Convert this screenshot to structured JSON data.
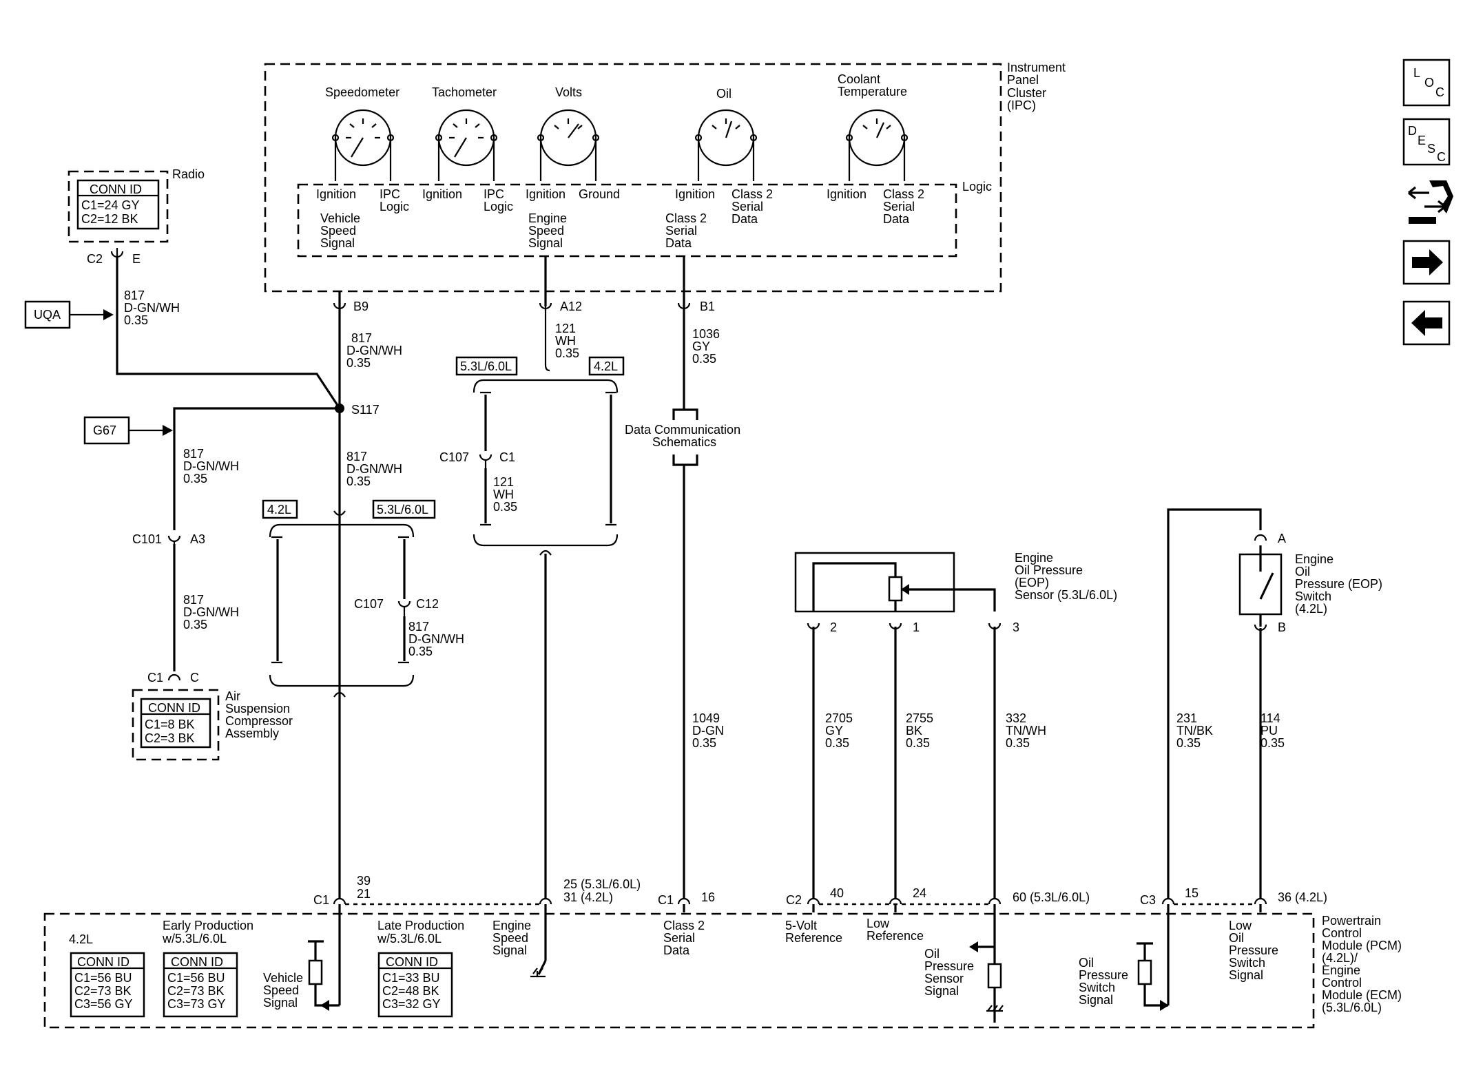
{
  "ipc": {
    "title": [
      "Instrument",
      "Panel",
      "Cluster",
      "(IPC)"
    ],
    "logic": "Logic",
    "gauges": {
      "speedometer": "Speedometer",
      "tachometer": "Tachometer",
      "volts": "Volts",
      "oil": "Oil",
      "coolant": [
        "Coolant",
        "Temperature"
      ]
    },
    "pins": {
      "ignition": "Ignition",
      "ipc_logic": [
        "IPC",
        "Logic"
      ],
      "ground": "Ground",
      "class2": [
        "Class 2",
        "Serial",
        "Data"
      ]
    },
    "signals": {
      "vss": [
        "Vehicle",
        "Speed",
        "Signal"
      ],
      "ess": [
        "Engine",
        "Speed",
        "Signal"
      ],
      "c2d": [
        "Class 2",
        "Serial",
        "Data"
      ]
    }
  },
  "radio": {
    "label": "Radio",
    "conn_id": "CONN ID",
    "lines": [
      "C1=24 GY",
      "C2=12 BK"
    ],
    "c2": "C2",
    "e": "E"
  },
  "options": {
    "uqa": "UQA",
    "g67": "G67"
  },
  "wires": {
    "w817": [
      "817",
      "D-GN/WH",
      "0.35"
    ],
    "w121": [
      "121",
      "WH",
      "0.35"
    ],
    "w1036": [
      "1036",
      "GY",
      "0.35"
    ],
    "w1049": [
      "1049",
      "D-GN",
      "0.35"
    ],
    "w2705": [
      "2705",
      "GY",
      "0.35"
    ],
    "w2755": [
      "2755",
      "BK",
      "0.35"
    ],
    "w332": [
      "332",
      "TN/WH",
      "0.35"
    ],
    "w231": [
      "231",
      "TN/BK",
      "0.35"
    ],
    "w114": [
      "114",
      "PU",
      "0.35"
    ]
  },
  "connectors": {
    "b9": "B9",
    "a12": "A12",
    "b1": "B1",
    "s117": "S117",
    "c101": "C101",
    "a3": "A3",
    "c1": "C1",
    "c": "C",
    "c107": "C107",
    "c12": "C12",
    "c1b": "C1",
    "eop_2": "2",
    "eop_1": "1",
    "eop_3": "3",
    "sw_a": "A",
    "sw_b": "B"
  },
  "engine_tags": {
    "t42": "4.2L",
    "t53": "5.3L/6.0L"
  },
  "data_comm": [
    "Data Communication",
    "Schematics"
  ],
  "air": {
    "title": [
      "Air",
      "Suspension",
      "Compressor",
      "Assembly"
    ],
    "conn_id": "CONN ID",
    "lines": [
      "C1=8 BK",
      "C2=3 BK"
    ]
  },
  "eop_sensor": [
    "Engine",
    "Oil Pressure",
    "(EOP)",
    "Sensor (5.3L/6.0L)"
  ],
  "eop_switch": [
    "Engine",
    "Oil",
    "Pressure (EOP)",
    "Switch",
    "(4.2L)"
  ],
  "pcm": {
    "title": [
      "Powertrain",
      "Control",
      "Module (PCM)",
      "(4.2L)/",
      "Engine",
      "Control",
      "Module (ECM)",
      "(5.3L/6.0L)"
    ],
    "c1": "C1",
    "p39": "39",
    "p21": "21",
    "p25": "25 (5.3L/6.0L)",
    "p31": "31 (4.2L)",
    "c1b": "C1",
    "p16": "16",
    "c2": "C2",
    "p40": "40",
    "p24": "24",
    "p60": "60 (5.3L/6.0L)",
    "c3": "C3",
    "p15": "15",
    "p36": "36 (4.2L)",
    "vss": [
      "Vehicle",
      "Speed",
      "Signal"
    ],
    "ess": [
      "Engine",
      "Speed",
      "Signal"
    ],
    "c2d": [
      "Class 2",
      "Serial",
      "Data"
    ],
    "vref": [
      "5-Volt",
      "Reference"
    ],
    "lref": [
      "Low",
      "Reference"
    ],
    "ops": [
      "Oil",
      "Pressure",
      "Sensor",
      "Signal"
    ],
    "osw": [
      "Oil",
      "Pressure",
      "Switch",
      "Signal"
    ],
    "lows": [
      "Low",
      "Oil",
      "Pressure",
      "Switch",
      "Signal"
    ],
    "conn": [
      {
        "title": "4.2L",
        "conn_id": "CONN ID",
        "lines": [
          "C1=56 BU",
          "C2=73 BK",
          "C3=56 GY"
        ]
      },
      {
        "title": [
          "Early Production",
          "w/5.3L/6.0L"
        ],
        "conn_id": "CONN ID",
        "lines": [
          "C1=56 BU",
          "C2=73 BK",
          "C3=73 GY"
        ]
      },
      {
        "title": [
          "Late Production",
          "w/5.3L/6.0L"
        ],
        "conn_id": "CONN ID",
        "lines": [
          "C1=33 BU",
          "C2=48 BK",
          "C3=32 GY"
        ]
      }
    ]
  },
  "nav": {
    "loc": [
      "L",
      "O",
      "C"
    ],
    "desc": [
      "D",
      "E",
      "S",
      "C"
    ]
  }
}
